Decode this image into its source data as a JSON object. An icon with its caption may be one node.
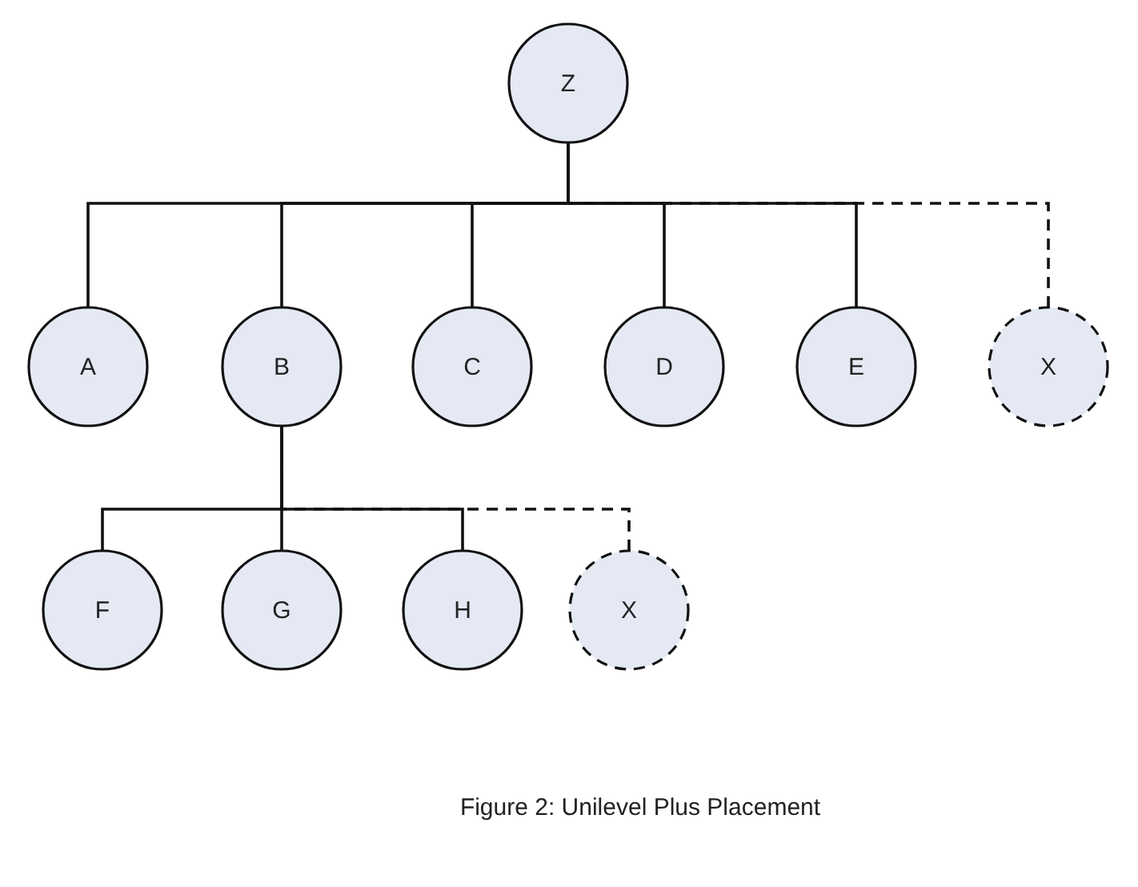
{
  "diagram": {
    "caption": "Figure 2: Unilevel Plus Placement",
    "nodes": [
      {
        "text": [
          "Z"
        ]
      },
      {
        "text": [
          "A"
        ]
      },
      {
        "text": [
          "B"
        ]
      },
      {
        "text": [
          "C"
        ]
      },
      {
        "text": [
          "D"
        ]
      },
      {
        "text": [
          "E"
        ]
      },
      {
        "text": [
          "X"
        ]
      },
      {
        "text": [
          "F"
        ]
      },
      {
        "text": [
          "G"
        ]
      },
      {
        "text": [
          "H"
        ]
      },
      {
        "text": [
          "X"
        ]
      }
    ],
    "edges": [
      {
        "from": 0,
        "to": 1,
        "arrow": "none"
      },
      {
        "from": 0,
        "to": 2,
        "arrow": "none"
      },
      {
        "from": 0,
        "to": 3,
        "arrow": "none"
      },
      {
        "from": 0,
        "to": 4,
        "arrow": "none"
      },
      {
        "from": 0,
        "to": 5,
        "arrow": "none"
      },
      {
        "from": 0,
        "to": 6,
        "arrow": "none",
        "style": "dashed"
      },
      {
        "from": 2,
        "to": 7,
        "arrow": "none"
      },
      {
        "from": 2,
        "to": 8,
        "arrow": "none"
      },
      {
        "from": 2,
        "to": 9,
        "arrow": "none"
      },
      {
        "from": 2,
        "to": 10,
        "arrow": "none",
        "style": "dashed"
      }
    ]
  }
}
